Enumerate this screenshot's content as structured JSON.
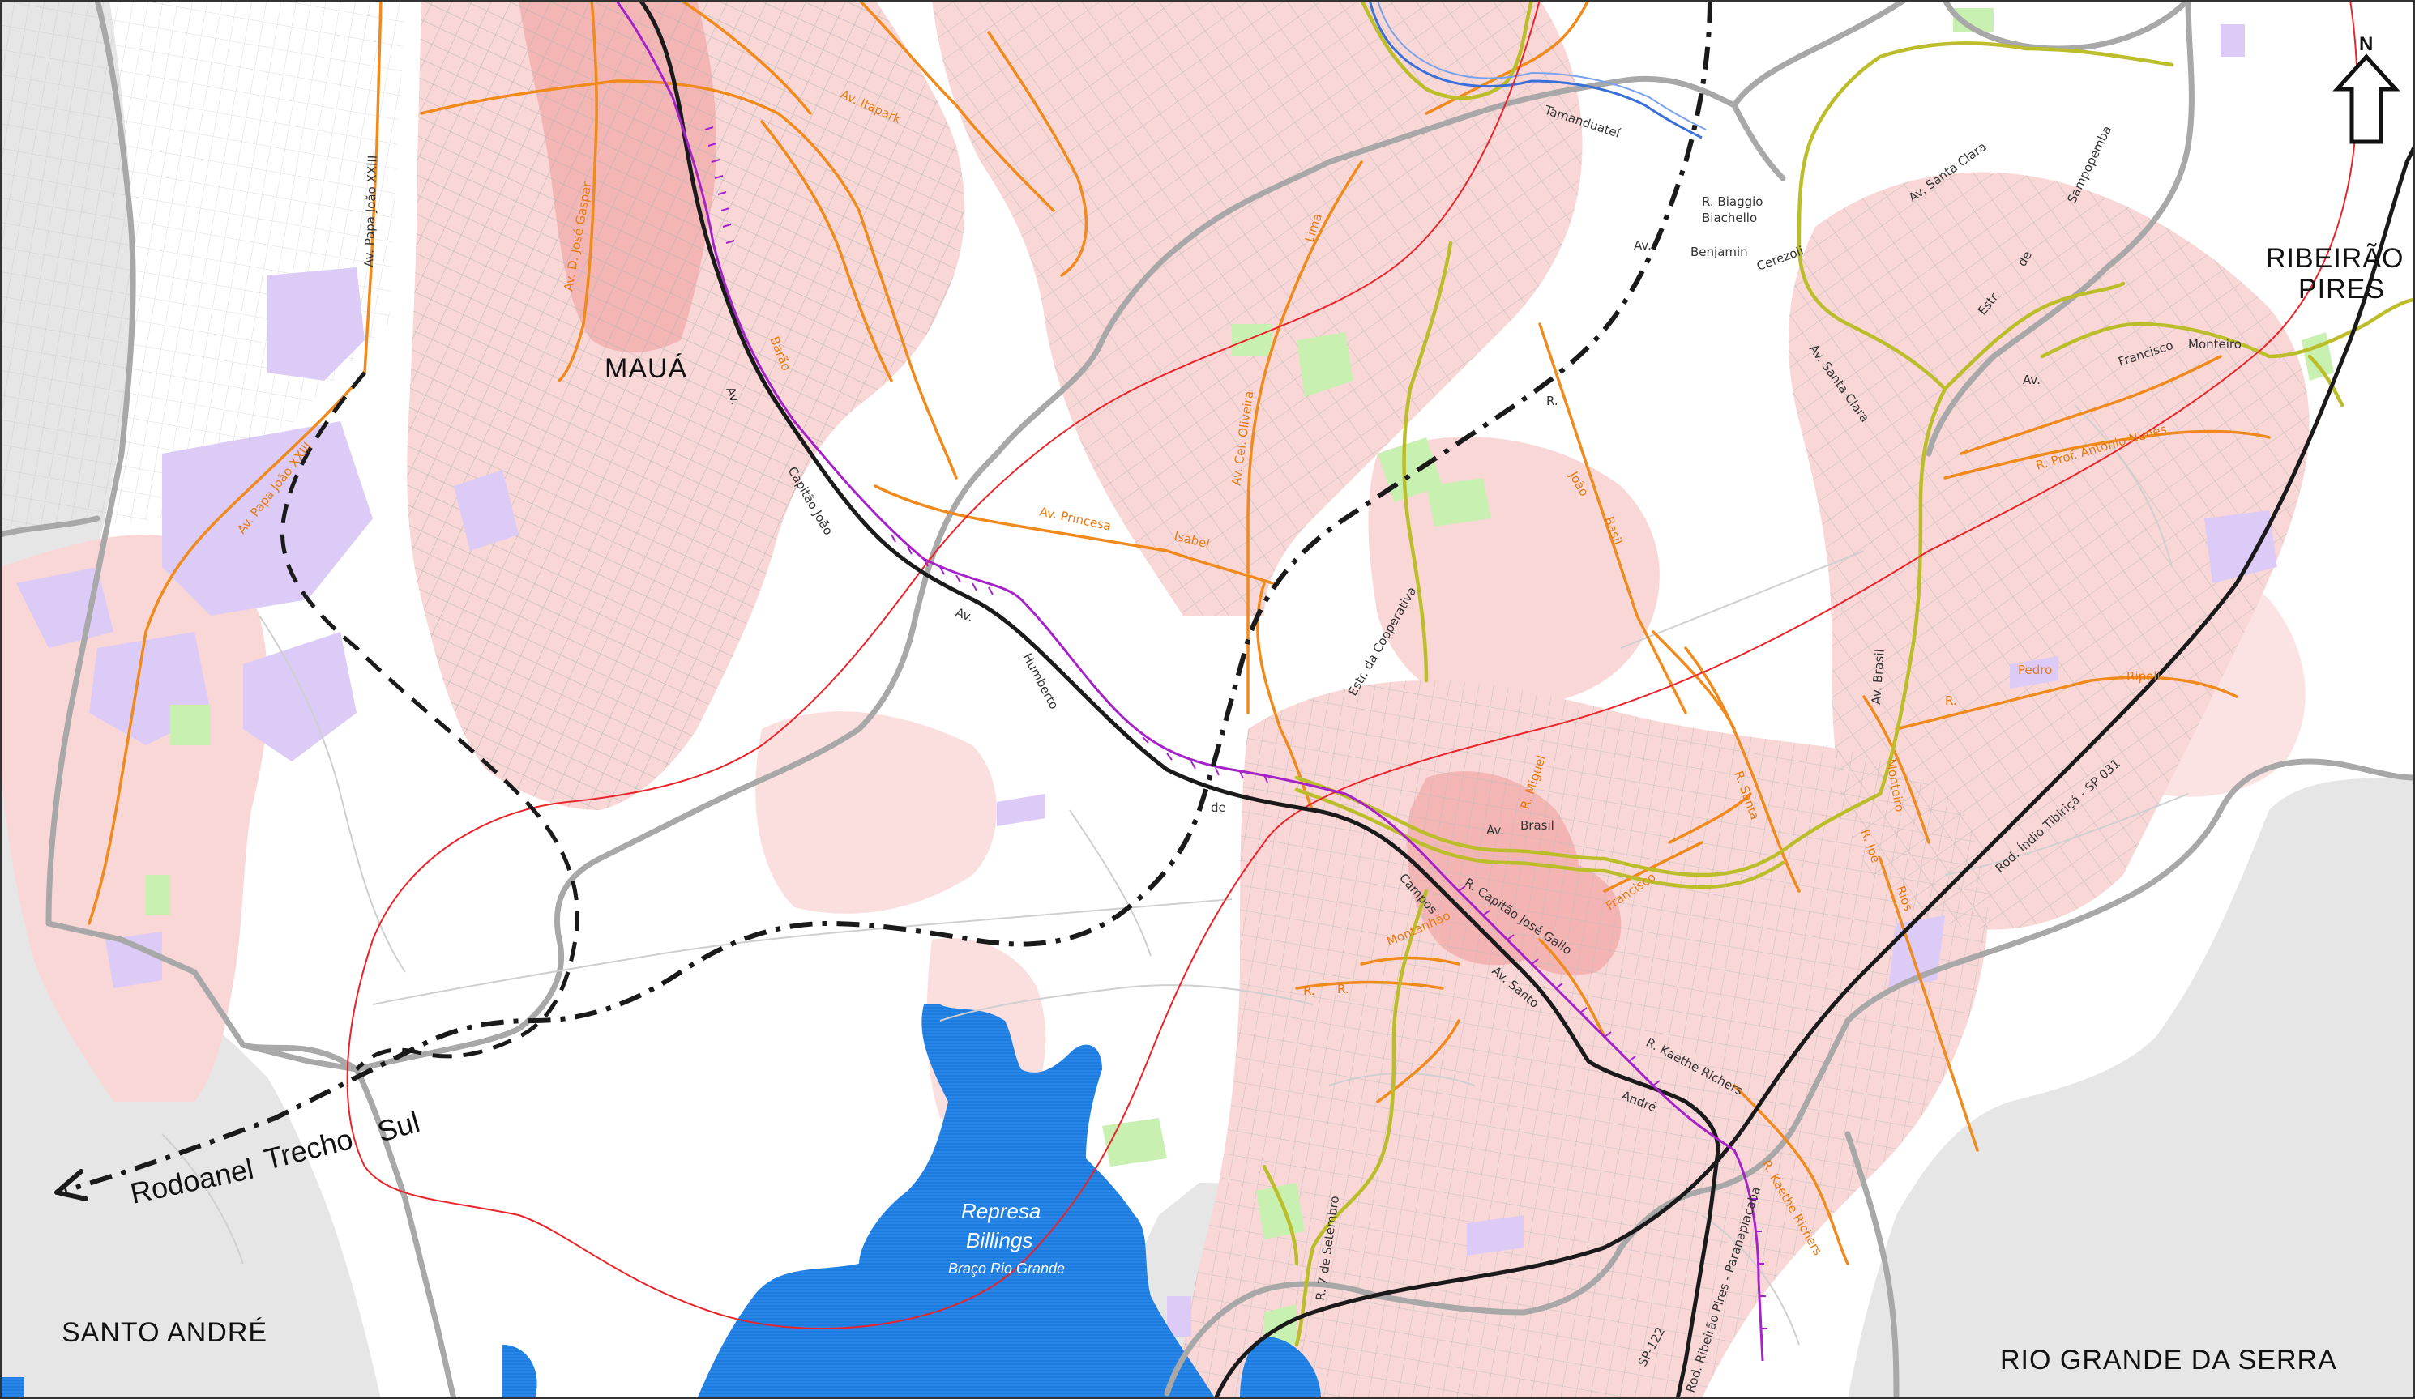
{
  "map": {
    "north_label": "N",
    "cities": {
      "maua": "MAUÁ",
      "ribeirao_1": "RIBEIRÃO",
      "ribeirao_2": "PIRES",
      "santo_andre": "SANTO ANDRÉ",
      "rio_grande": "RIO GRANDE DA SERRA"
    },
    "highway": {
      "w1": "Rodoanel",
      "w2": "Trecho",
      "w3": "Sul"
    },
    "reservoir": {
      "l1": "Represa",
      "l2": "Billings",
      "l3": "Braço Rio Grande"
    },
    "streets": {
      "papa_joao_top": "Av. Papa João XXIII",
      "papa_joao_low": "Av. Papa João XXIII",
      "dom_jose": "Av. D. José Gaspar",
      "itapark": "Av. Itapark",
      "barao": "Av.",
      "barao2": "Barão",
      "capitao_joao_1": "Capitão João",
      "av_left": "Av.",
      "princesa": "Av. Princesa",
      "isabel": "Isabel",
      "humberto_av": "Av.",
      "humberto": "Humberto",
      "de": "de",
      "campos": "Campos",
      "cel_oliveira": "Av. Cel. Oliveira",
      "lima": "Lima",
      "estr_coop": "Estr. da Cooperativa",
      "tamanduatei": "Tamanduateí",
      "biagio": "R. Biaggio",
      "biachello": "Biachello",
      "benjamin_av": "Av.",
      "benjamin": "Benjamin",
      "cerezoli": "Cerezoli",
      "santa_clara_top": "Av. Santa Clara",
      "santa_clara_left": "Av. Santa Clara",
      "estr": "Estr.",
      "de2": "de",
      "sampaio": "Sampopemba",
      "francisco_monteiro": "Francisco",
      "monteiro": "Monteiro",
      "av_pr": "Av.",
      "r_prof": "R. Prof. Antonio Nunes",
      "joao": "João",
      "basil": "Basil",
      "jr": "R.",
      "av_brasil_v": "Av. Brasil",
      "pedro": "Pedro",
      "ripoli": "Ripoli",
      "r_ripoli": "R.",
      "av_brasil_h": "Av.",
      "brasil_h": "Brasil",
      "rua_miguel": "R. Miguel",
      "r_santa": "R. Santa",
      "monteiro2": "Monteiro",
      "r_ipe": "R. Ipê",
      "rios": "Rios",
      "capitao_jose_gallo": "R. Capitão José Gallo",
      "francisco2": "Francisco",
      "av_santo": "Av. Santo",
      "andre": "André",
      "kaethe": "R. Kaethe Richers",
      "kaethe_low": "R. Kaethe Richers",
      "montanhao": "Montanhão",
      "r_montanhao": "R.",
      "r_left": "R.",
      "sete_setembro": "R. 7 de Setembro",
      "indio_tibirica": "Rod. Índio Tibiriçá - SP 031",
      "sp122": "SP-122",
      "rod_ribeirao": "Rod. Ribeirão Pires - Paranapiacaba"
    }
  }
}
